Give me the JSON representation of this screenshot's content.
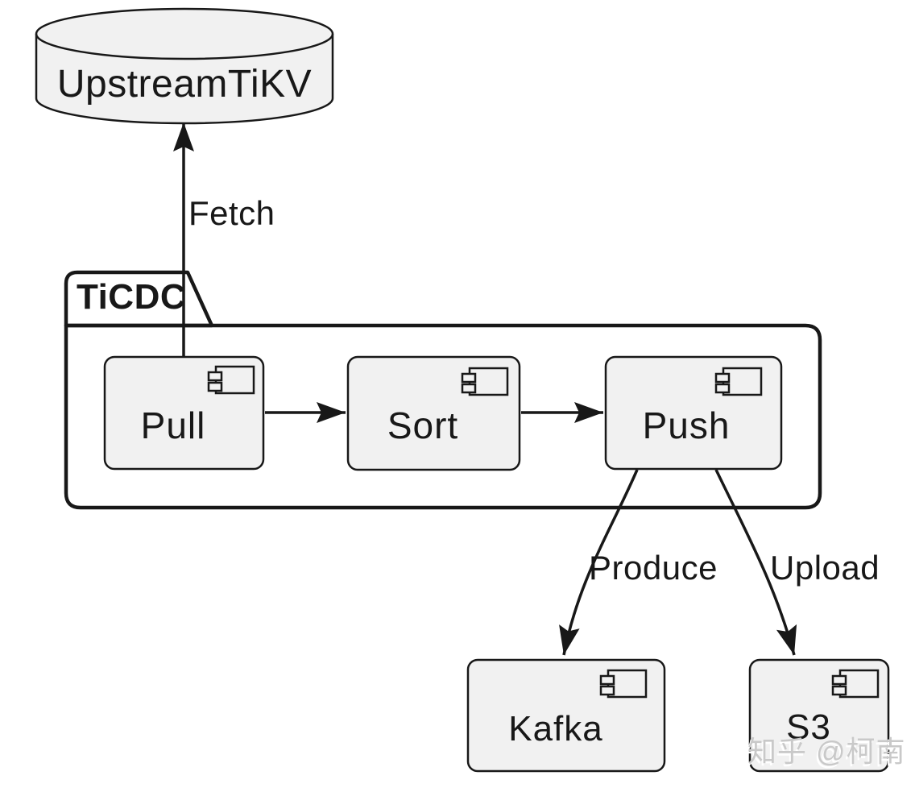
{
  "diagram": {
    "type": "uml-component-diagram",
    "background_color": "#ffffff",
    "stroke_color": "#181818",
    "node_fill_color": "#f1f1f1",
    "nodes": {
      "upstream_tikv": {
        "label": "UpstreamTiKV",
        "shape": "database"
      },
      "ticdc_package": {
        "label": "TiCDC",
        "shape": "package"
      },
      "pull": {
        "label": "Pull",
        "shape": "component",
        "parent": "TiCDC"
      },
      "sort": {
        "label": "Sort",
        "shape": "component",
        "parent": "TiCDC"
      },
      "push": {
        "label": "Push",
        "shape": "component",
        "parent": "TiCDC"
      },
      "kafka": {
        "label": "Kafka",
        "shape": "component"
      },
      "s3": {
        "label": "S3",
        "shape": "component"
      }
    },
    "edges": {
      "fetch": {
        "label": "Fetch",
        "from": "Pull",
        "to": "UpstreamTiKV"
      },
      "pull_to_sort": {
        "label": "",
        "from": "Pull",
        "to": "Sort"
      },
      "sort_to_push": {
        "label": "",
        "from": "Sort",
        "to": "Push"
      },
      "produce": {
        "label": "Produce",
        "from": "Push",
        "to": "Kafka"
      },
      "upload": {
        "label": "Upload",
        "from": "Push",
        "to": "S3"
      }
    },
    "watermark": {
      "text": "知乎 @柯南",
      "color": "#c9c9c9"
    }
  }
}
